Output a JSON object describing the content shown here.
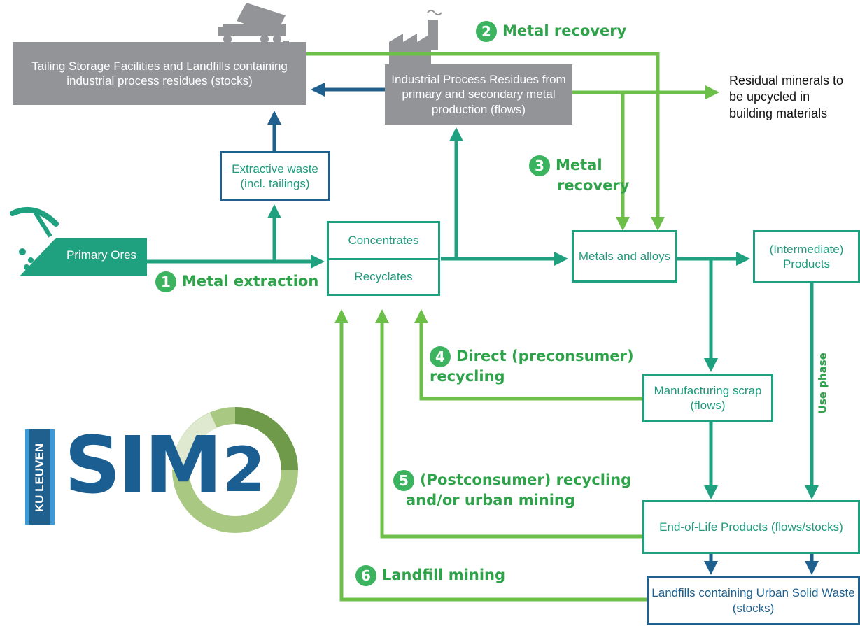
{
  "boxes": {
    "tailing": "Tailing Storage Facilities and Landfills containing industrial process residues (stocks)",
    "process_residues": "Industrial Process Residues from primary and secondary metal production (flows)",
    "extractive_waste": "Extractive waste (incl. tailings)",
    "primary_ores": "Primary Ores",
    "concentrates": "Concentrates",
    "recyclates": "Recyclates",
    "metals_alloys": "Metals and alloys",
    "products": "(Intermediate) Products",
    "manufacturing_scrap": "Manufacturing scrap (flows)",
    "eol_products": "End-of-Life Products (flows/stocks)",
    "landfills_urban": "Landfills containing Urban Solid Waste (stocks)"
  },
  "labels": {
    "l1": {
      "num": "1",
      "text": "Metal extraction"
    },
    "l2": {
      "num": "2",
      "text": "Metal recovery"
    },
    "l3": {
      "num": "3",
      "line1": "Metal",
      "line2": "recovery"
    },
    "l4": {
      "num": "4",
      "line1": "Direct (preconsumer)",
      "line2": "recycling"
    },
    "l5": {
      "num": "5",
      "line1": "(Postconsumer) recycling",
      "line2": "and/or urban mining"
    },
    "l6": {
      "num": "6",
      "text": "Landfill mining"
    }
  },
  "note_residual": "Residual minerals to be upcycled in building materials",
  "use_phase": "Use phase",
  "logo": {
    "ku": "KU LEUVEN",
    "sim": "SIM",
    "two": "2"
  },
  "colors": {
    "teal": "#1fa07f",
    "green": "#6cc04a",
    "blue": "#20608e",
    "grey": "#929497"
  }
}
